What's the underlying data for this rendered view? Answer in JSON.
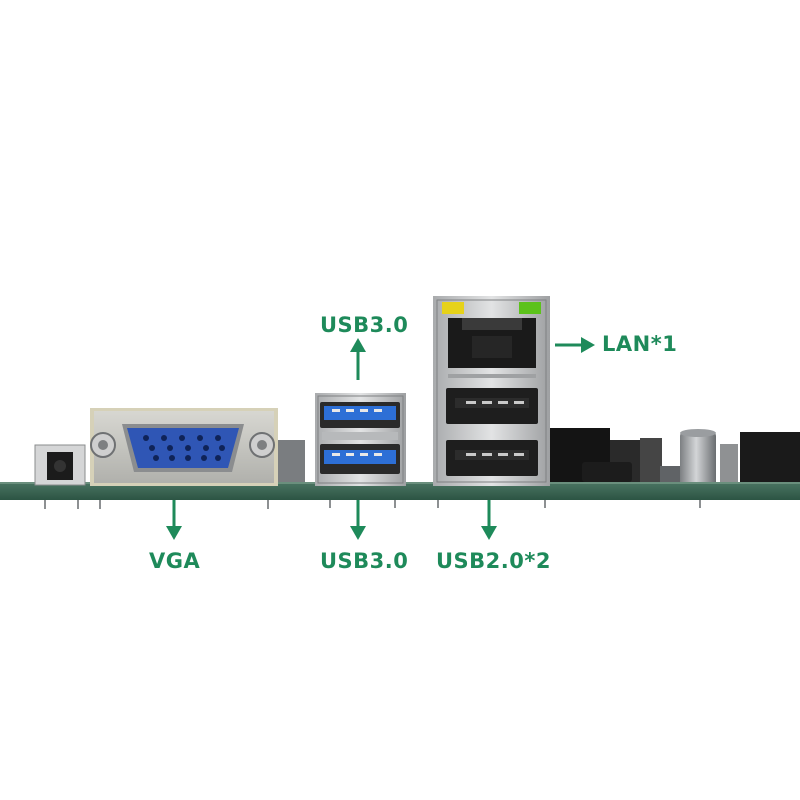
{
  "labels": {
    "usb3_top": "USB3.0",
    "lan": "LAN*1",
    "vga": "VGA",
    "usb3_bottom": "USB3.0",
    "usb2": "USB2.0*2"
  },
  "colors": {
    "label": "#1e8a5a",
    "pcb": "#35634f",
    "vga_blue": "#2f56b5",
    "usb3_blue": "#2d6fd6",
    "metal": "#c9cacb",
    "led_yellow": "#e6d21a",
    "led_green": "#5cc21b"
  },
  "icons": [
    "arrow-up-icon",
    "arrow-right-icon",
    "arrow-down-icon"
  ]
}
